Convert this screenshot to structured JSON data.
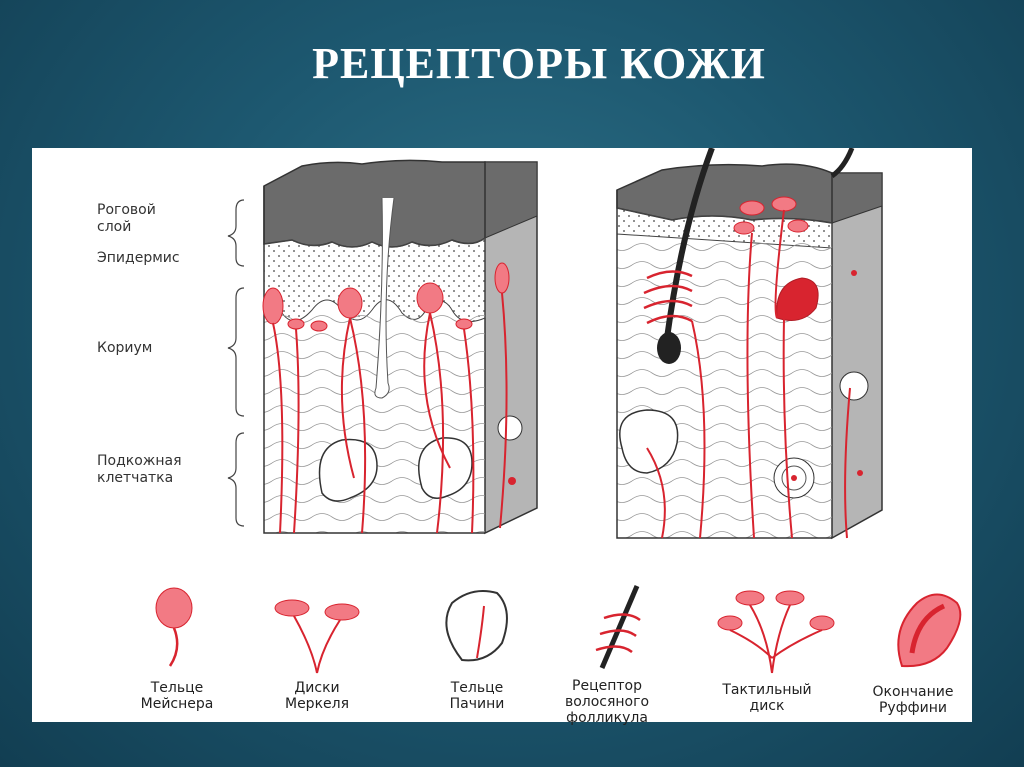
{
  "title": "РЕЦЕПТОРЫ КОЖИ",
  "layers": {
    "horny": "Роговой\nслой",
    "epidermis": "Эпидермис",
    "corium": "Кориум",
    "subcutis": "Подкожная\nклетчатка"
  },
  "receptors": [
    {
      "label": "Тельце\nМейснера"
    },
    {
      "label": "Диски\nМеркеля"
    },
    {
      "label": "Тельце\nПачини"
    },
    {
      "label": "Рецептор\nволосяного\nфолликула"
    },
    {
      "label": "Тактильный\nдиск"
    },
    {
      "label": "Окончание\nРуффини"
    }
  ],
  "colors": {
    "nerve": "#d8242f",
    "receptor_fill": "#f27a84",
    "horny": "#6b6b6b",
    "side": "#b7b7b7"
  }
}
